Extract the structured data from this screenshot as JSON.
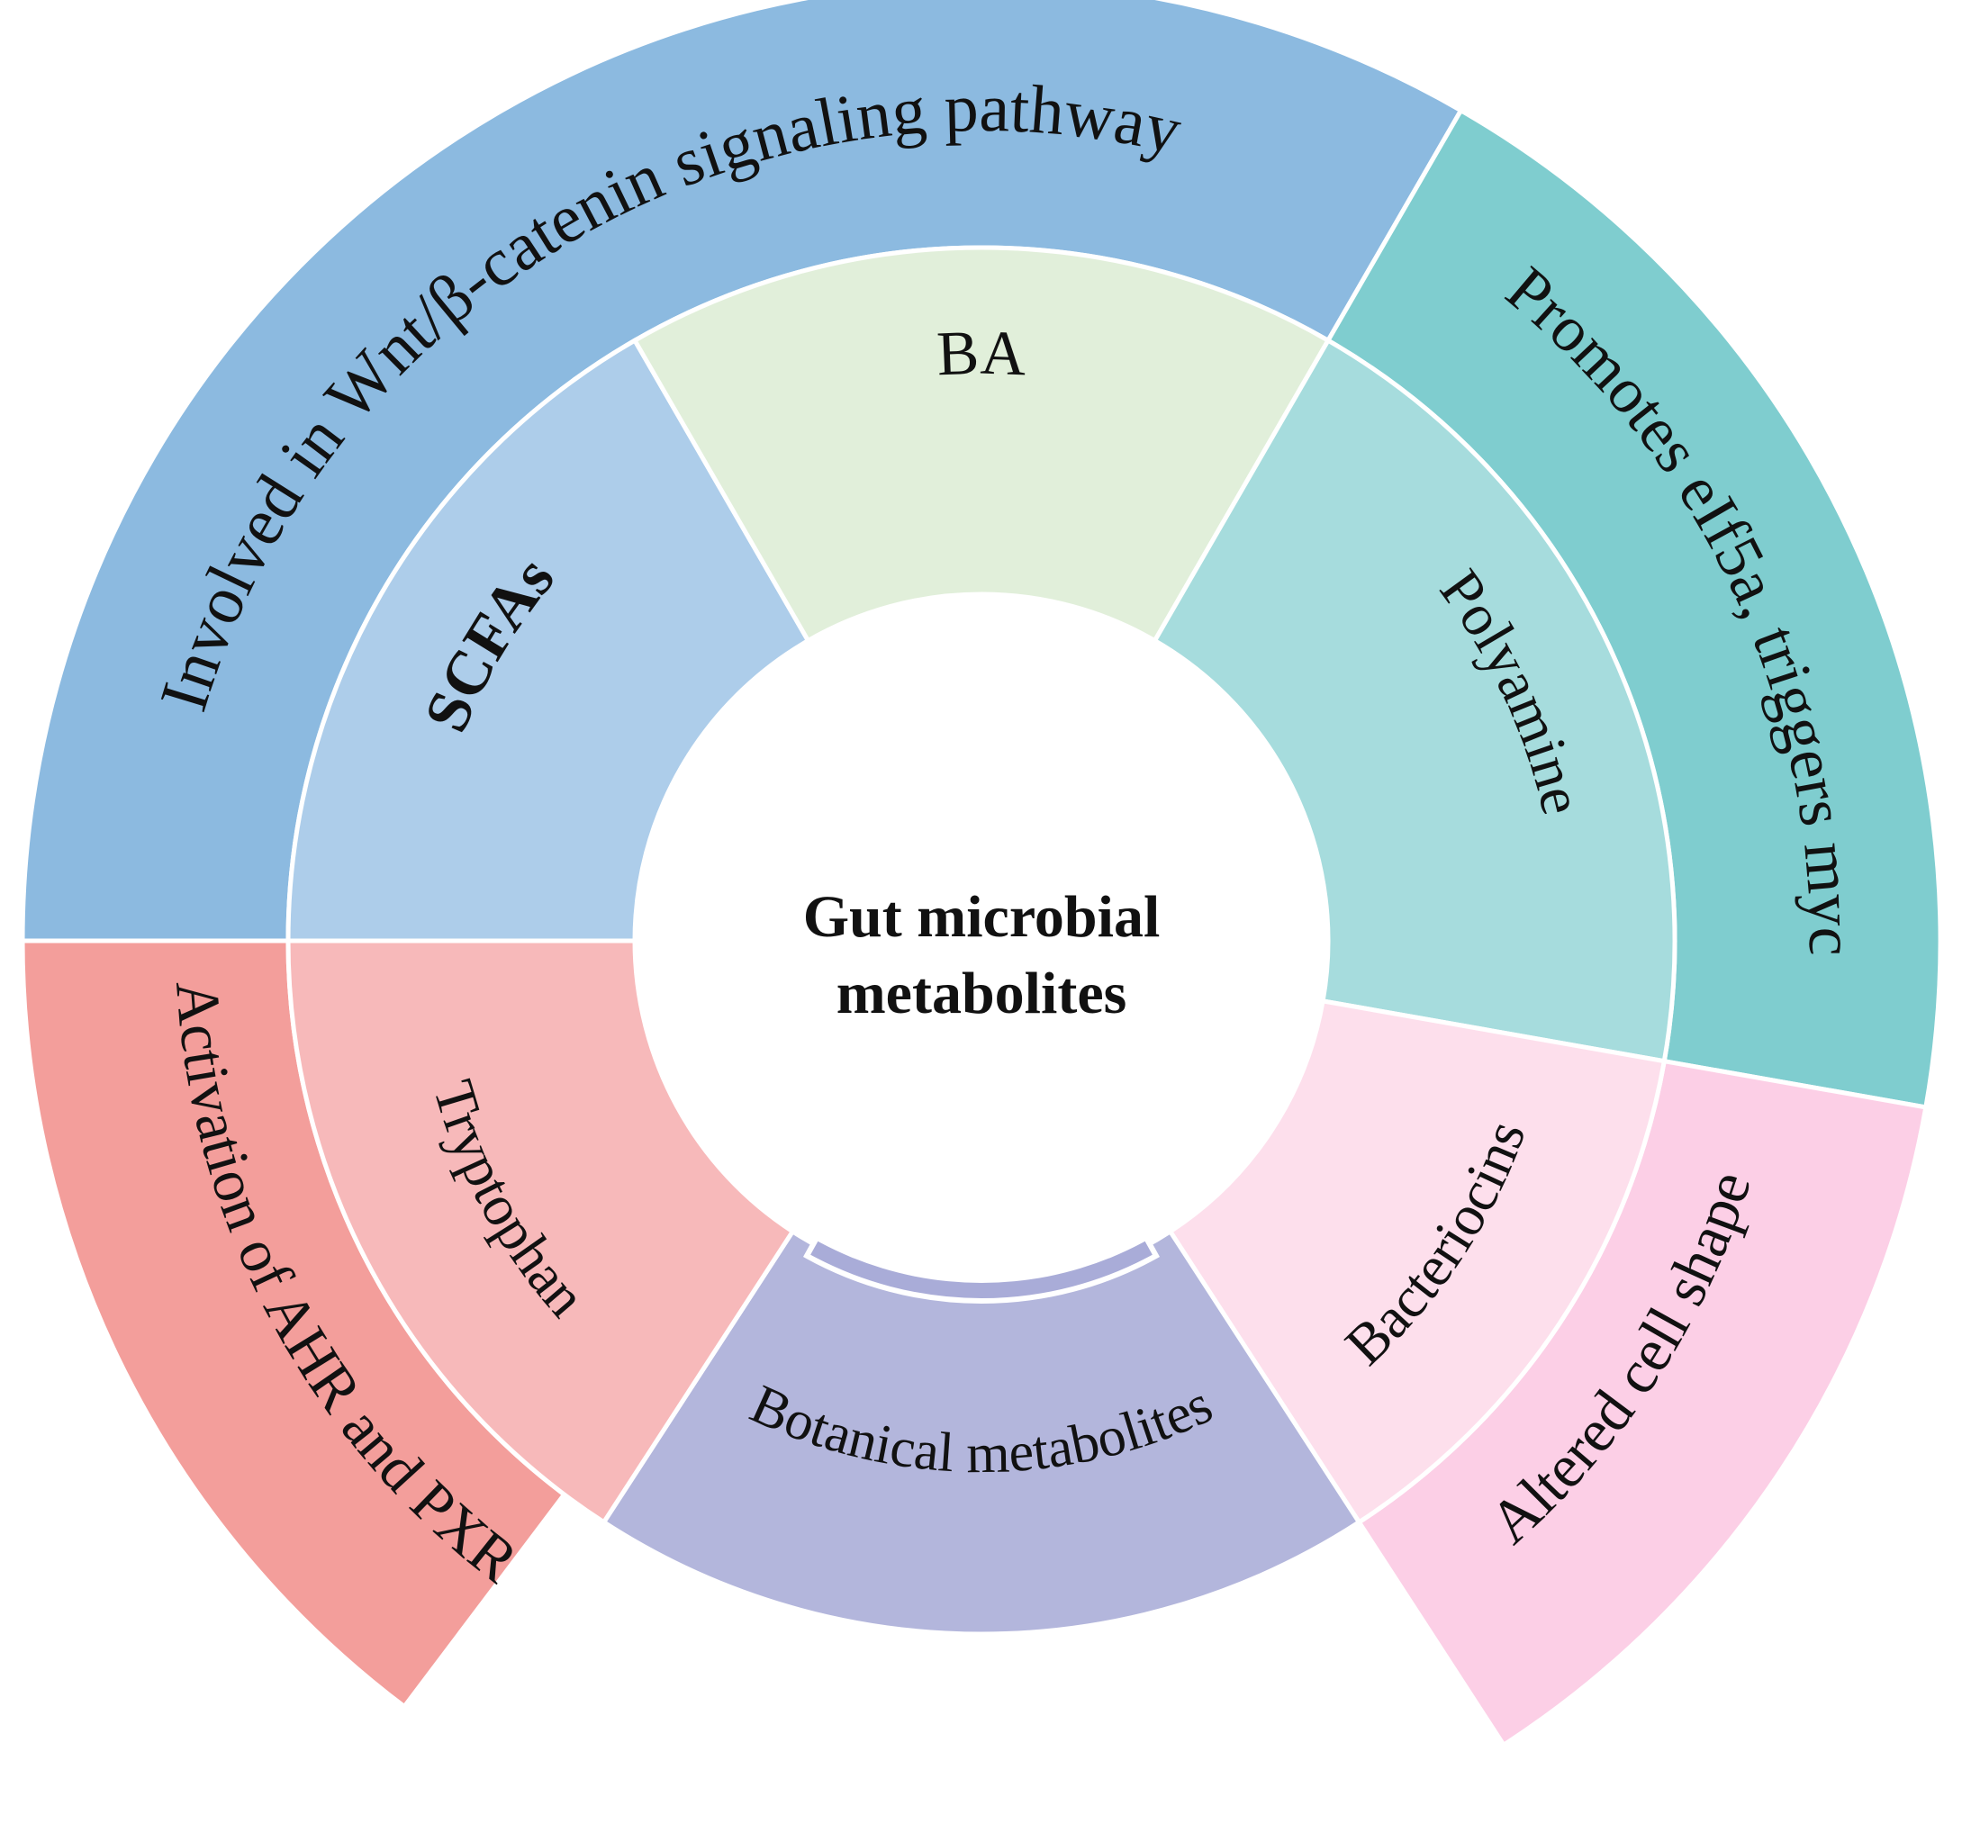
{
  "center": {
    "line1": "Gut microbial",
    "line2": "metabolites"
  },
  "inner_ring": [
    {
      "key": "scfas",
      "label": "SCFAs",
      "color": "#adcdea",
      "bold": true
    },
    {
      "key": "ba",
      "label": "BA",
      "color": "#e1efda",
      "bold": false
    },
    {
      "key": "polyamine",
      "label": "Polyamine",
      "color": "#a6dcdd",
      "bold": false
    },
    {
      "key": "bacteriocins",
      "label": "Bacteriocins",
      "color": "#fddfec",
      "bold": false
    },
    {
      "key": "botanical",
      "label": "Botanical metabolites",
      "color": "#b3b6dc",
      "bold": false
    },
    {
      "key": "tryptophan",
      "label": "Tryptophan",
      "color": "#f7b9ba",
      "bold": false
    }
  ],
  "outer_ring": [
    {
      "key": "wnt",
      "label": "Involved in Wnt/β-catenin signaling pathway",
      "color": "#8cbae0"
    },
    {
      "key": "eif5a",
      "label": "Promotes eIf5a, triggers myc",
      "color": "#7fcdcf"
    },
    {
      "key": "cellshape",
      "label": "Altered cell shape",
      "color": "#fccfe6"
    },
    {
      "key": "ahr",
      "label": "Activation of AHR and PXR",
      "color": "#f39e9b"
    }
  ]
}
